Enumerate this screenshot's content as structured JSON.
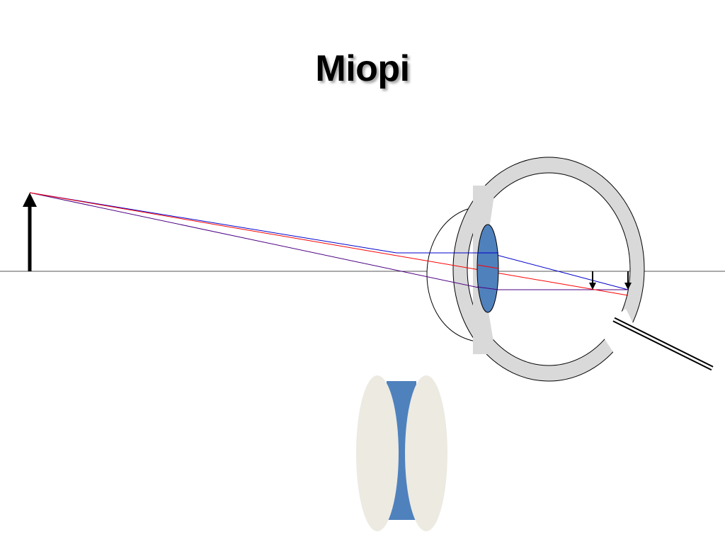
{
  "slide": {
    "title": "Miopi"
  },
  "colors": {
    "background": "#ffffff",
    "eye_wall": "#d9d9d9",
    "eye_lens": "#4f81bd",
    "ray_red": "#ff0000",
    "ray_blue": "#0000cc",
    "ray_purple": "#4b0082",
    "axis": "#000000",
    "correction_lens_side": "#eceae1",
    "correction_lens_center": "#4f81bd"
  },
  "icons": {
    "object": "upward-arrow",
    "images": "small-downward-arrows",
    "eye": "eyeball-cross-section",
    "correction": "concave-lens"
  }
}
